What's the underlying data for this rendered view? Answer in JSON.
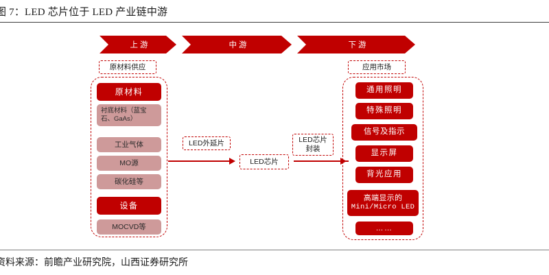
{
  "figure": {
    "title": "图 7：LED 芯片位于 LED 产业链中游",
    "source": "资料来源：前瞻产业研究院，山西证券研究所"
  },
  "colors": {
    "primary_red": "#C00000",
    "muted_pink": "#CE9A9A",
    "banner_text": "#FFFFFF",
    "rule": "#3B3B3B"
  },
  "banners": [
    {
      "key": "upstream",
      "label": "上游"
    },
    {
      "key": "midstream",
      "label": "中游"
    },
    {
      "key": "downstream",
      "label": "下游"
    }
  ],
  "captions": {
    "raw_material_supply": "原材料供应",
    "application_market": "应用市场",
    "led_epitaxial_wafer": "LED外延片",
    "led_chip": "LED芯片",
    "led_chip_packaging_line1": "LED芯片",
    "led_chip_packaging_line2": "封装"
  },
  "upstream": {
    "items": [
      {
        "key": "raw-material",
        "label": "原材料",
        "style": "solid"
      },
      {
        "key": "substrate",
        "label": "衬底材料（蓝宝石、GaAs）",
        "style": "muted"
      },
      {
        "key": "industrial-gas",
        "label": "工业气体",
        "style": "muted"
      },
      {
        "key": "mo-source",
        "label": "MO源",
        "style": "muted"
      },
      {
        "key": "silicon-carbide",
        "label": "碳化硅等",
        "style": "muted"
      },
      {
        "key": "equipment",
        "label": "设备",
        "style": "solid"
      },
      {
        "key": "mocvd",
        "label": "MOCVD等",
        "style": "muted"
      }
    ]
  },
  "downstream": {
    "items": [
      {
        "key": "general-lighting",
        "label": "通用照明",
        "style": "solid"
      },
      {
        "key": "special-lighting",
        "label": "特殊照明",
        "style": "solid"
      },
      {
        "key": "signal-indication",
        "label": "信号及指示",
        "style": "solid"
      },
      {
        "key": "display-screen",
        "label": "显示屏",
        "style": "solid"
      },
      {
        "key": "backlight",
        "label": "背光应用",
        "style": "solid"
      },
      {
        "key": "mini-micro-led-l1",
        "label": "高端显示的",
        "style": "solid"
      },
      {
        "key": "mini-micro-led-l2",
        "label": "Mini/Micro LED",
        "style": "solid"
      },
      {
        "key": "ellipsis",
        "label": "……",
        "style": "solid"
      }
    ]
  }
}
